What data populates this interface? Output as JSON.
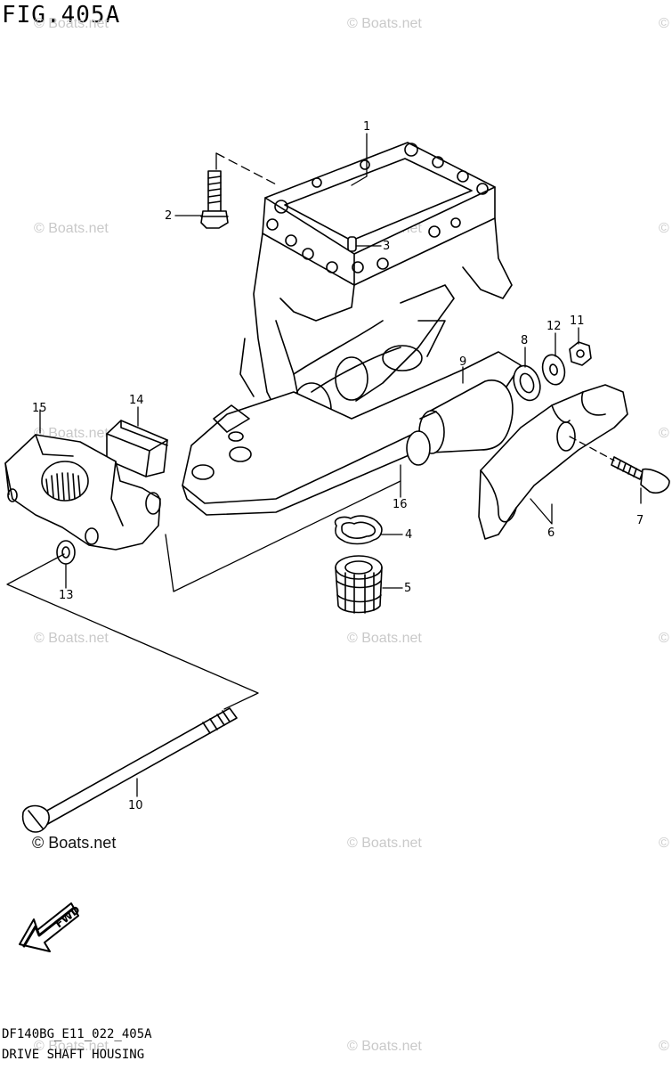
{
  "figure": {
    "title": "FIG.405A",
    "code": "DF140BG_E11_022_405A",
    "caption": "DRIVE SHAFT HOUSING"
  },
  "watermarks": {
    "text": "© Boats.net",
    "fragment": "©",
    "footer_brand": "© Boats.net"
  },
  "fwd_label": "FWD",
  "callouts": {
    "p1": "1",
    "p2": "2",
    "p3": "3",
    "p4": "4",
    "p5": "5",
    "p6": "6",
    "p7": "7",
    "p8": "8",
    "p9": "9",
    "p10": "10",
    "p11": "11",
    "p12": "12",
    "p13": "13",
    "p14": "14",
    "p15": "15",
    "p16": "16"
  }
}
